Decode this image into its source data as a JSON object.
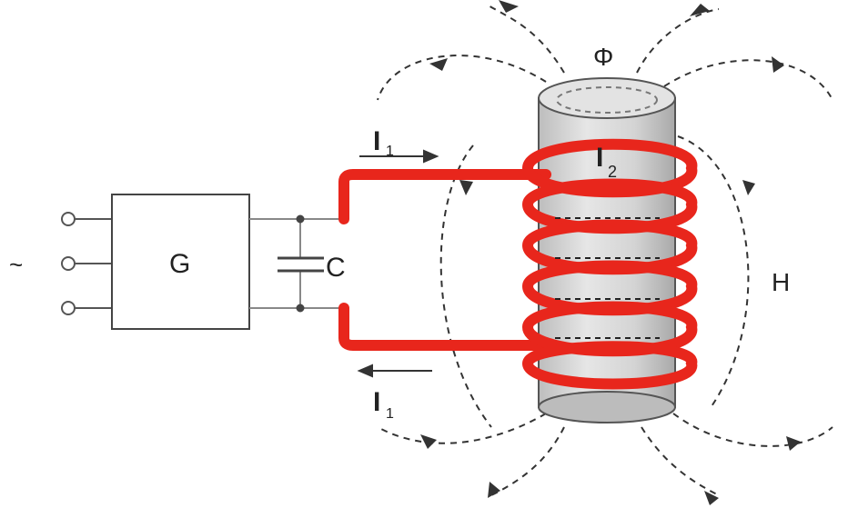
{
  "labels": {
    "ac": "~",
    "generator": "G",
    "capacitor": "C",
    "flux": "Φ",
    "field": "H",
    "current_main": "I",
    "current_main_sub": "1",
    "current_induced": "I",
    "current_induced_sub": "2"
  },
  "colors": {
    "coil": "#e8261c",
    "coil_dark": "#b5150f",
    "field_lines": "#333333",
    "cylinder": "#d9d9d9",
    "wires": "#888888"
  }
}
